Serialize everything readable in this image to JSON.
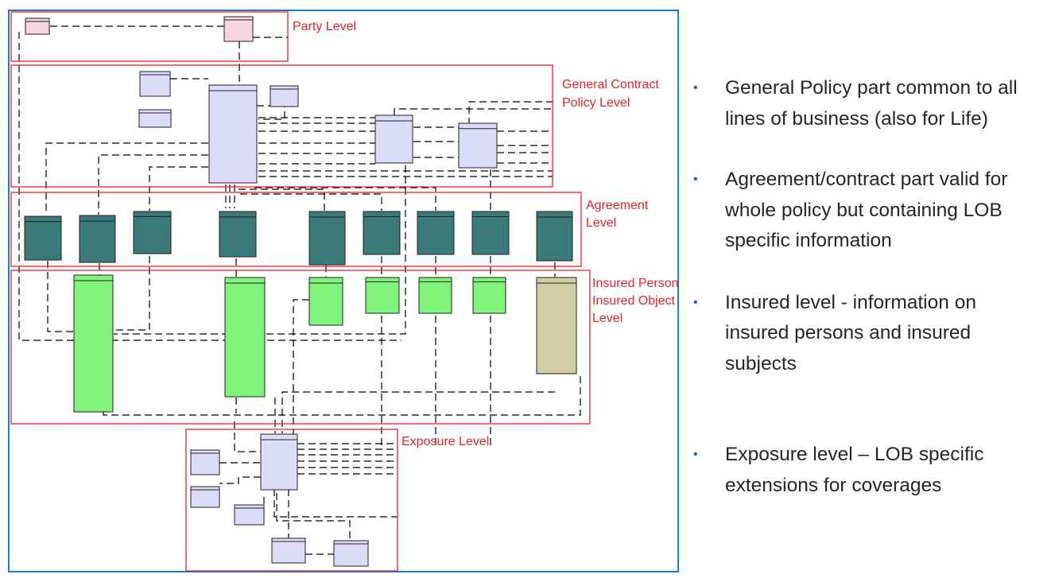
{
  "colors": {
    "frame_border": "#1f7fc1",
    "level_border": "#e8222a",
    "level_label": "#e8222a",
    "connector": "#000000",
    "party_entity": "#f7d6e1",
    "contract_entity": "#dcdcf8",
    "agreement_entity": "#3a7a78",
    "insured_entity": "#80f37a",
    "insured_special_entity": "#cfcfa3",
    "exposure_entity": "#dcdcf8",
    "bullet_text": "#262626",
    "bullet_dot": "#1f5f9f"
  },
  "diagram": {
    "levels": [
      {
        "id": "party",
        "label_lines": [
          "Party Level"
        ]
      },
      {
        "id": "contract",
        "label_lines": [
          "General Contract",
          "Policy Level"
        ]
      },
      {
        "id": "agreement",
        "label_lines": [
          "Agreement",
          "Level"
        ]
      },
      {
        "id": "insured",
        "label_lines": [
          "Insured Person",
          "Insured Object",
          "Level"
        ]
      },
      {
        "id": "exposure",
        "label_lines": [
          "Exposure Level"
        ]
      }
    ]
  },
  "bullets": [
    {
      "marker": "•",
      "lines": [
        "General Policy part common to all",
        "lines of business (also for Life)"
      ]
    },
    {
      "marker": "•",
      "lines": [
        "Agreement/contract part valid for",
        "whole policy but containing LOB",
        "specific information"
      ]
    },
    {
      "marker": "•",
      "lines": [
        "Insured level - information on",
        "insured persons and insured",
        "subjects"
      ]
    },
    {
      "marker": "•",
      "lines": [
        "Exposure level – LOB  specific",
        "extensions for coverages"
      ]
    }
  ]
}
